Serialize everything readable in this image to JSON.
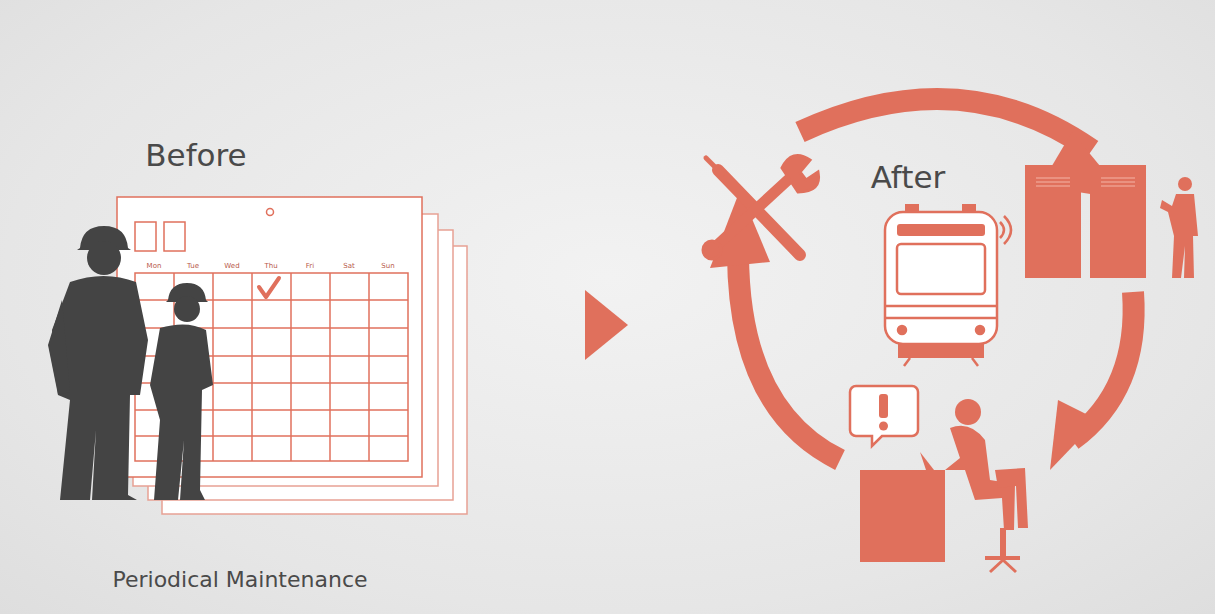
{
  "diagram": {
    "labels": [
      "Before",
      "Periodical Maintenance",
      "After",
      "Mon",
      "Tue",
      "Wed",
      "Thu",
      "Fri",
      "Sat",
      "Sun"
    ]
  }
}
